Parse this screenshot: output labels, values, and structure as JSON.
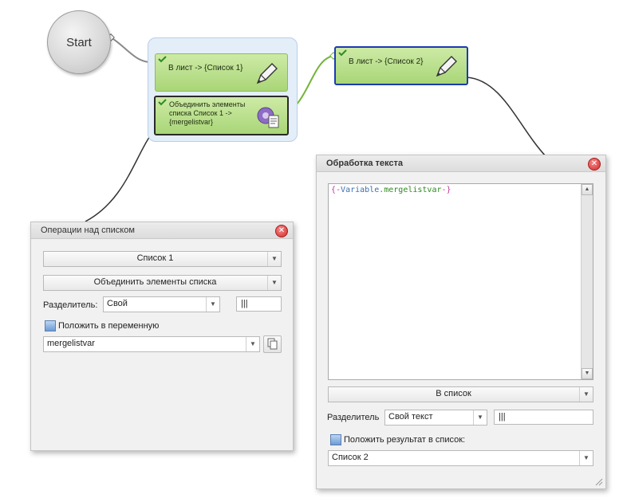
{
  "flow": {
    "start_label": "Start",
    "node1_label": "В лист -> {Список 1}",
    "node2_label": "Объединить элементы списка Список 1 -> {mergelistvar}",
    "node3_label": "В лист -> {Список 2}"
  },
  "list_ops_panel": {
    "title": "Операции над списком",
    "list_combo": "Список 1",
    "operation_combo": "Объединить элементы списка",
    "separator_label": "Разделитель:",
    "separator_type": "Свой",
    "separator_value": "|||",
    "save_to_var_label": "Положить в переменную",
    "variable_value": "mergelistvar"
  },
  "text_panel": {
    "title": "Обработка текста",
    "code_text": "{-Variable.mergelistvar-}",
    "mode_combo": "В список",
    "separator_label": "Разделитель",
    "separator_type": "Свой текст",
    "separator_value": "|||",
    "save_result_label": "Положить результат в список:",
    "target_list": "Список 2"
  },
  "colors": {
    "node_green": "#b9e08c",
    "node_selected_border": "#1c3bb0",
    "group_blue": "#e3eef9",
    "close_red": "#d42a2a",
    "wire_green": "#74b43a",
    "wire_dark": "#333333"
  }
}
